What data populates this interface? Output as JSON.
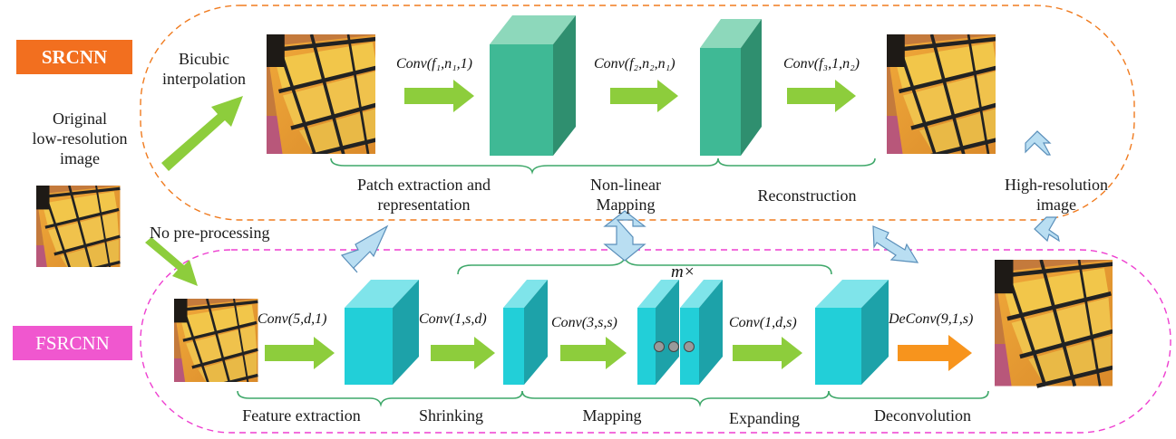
{
  "models": {
    "srcnn": "SRCNN",
    "fsrcnn": "FSRCNN"
  },
  "input": {
    "label_line1": "Original",
    "label_line2": "low-resolution",
    "label_line3": "image",
    "bicubic_line1": "Bicubic",
    "bicubic_line2": "interpolation",
    "no_preprocessing": "No pre-processing"
  },
  "output": {
    "label_line1": "High-resolution",
    "label_line2": "image"
  },
  "srcnn": {
    "ops": [
      "Conv(f₁,n₁,1)",
      "Conv(f₂,n₂,n₁)",
      "Conv(f₃,1,n₂)"
    ],
    "stages": {
      "patch_line1": "Patch extraction and",
      "patch_line2": "representation",
      "nonlinear_line1": "Non-linear",
      "nonlinear_line2": "Mapping",
      "reconstruction": "Reconstruction"
    }
  },
  "fsrcnn": {
    "ops": [
      "Conv(5,d,1)",
      "Conv(1,s,d)",
      "Conv(3,s,s)",
      "Conv(1,d,s)",
      "DeConv(9,1,s)"
    ],
    "repeat": "m×",
    "stages": {
      "feature": "Feature extraction",
      "shrinking": "Shrinking",
      "mapping": "Mapping",
      "expanding": "Expanding",
      "deconvolution": "Deconvolution"
    }
  },
  "colors": {
    "srcnn_badge": "#f26f1f",
    "fsrcnn_badge": "#f057cf",
    "srcnn_block": "#3fb995",
    "fsrcnn_block": "#22cfd8",
    "arrow_green": "#8dcd3c",
    "arrow_orange": "#f7941d",
    "brace": "#3fa86a",
    "double_arrow": "#b9def2"
  },
  "icons": [
    "butterfly-image",
    "green-arrow-icon",
    "orange-arrow-icon",
    "double-arrow-icon",
    "ellipsis-dots-icon"
  ]
}
